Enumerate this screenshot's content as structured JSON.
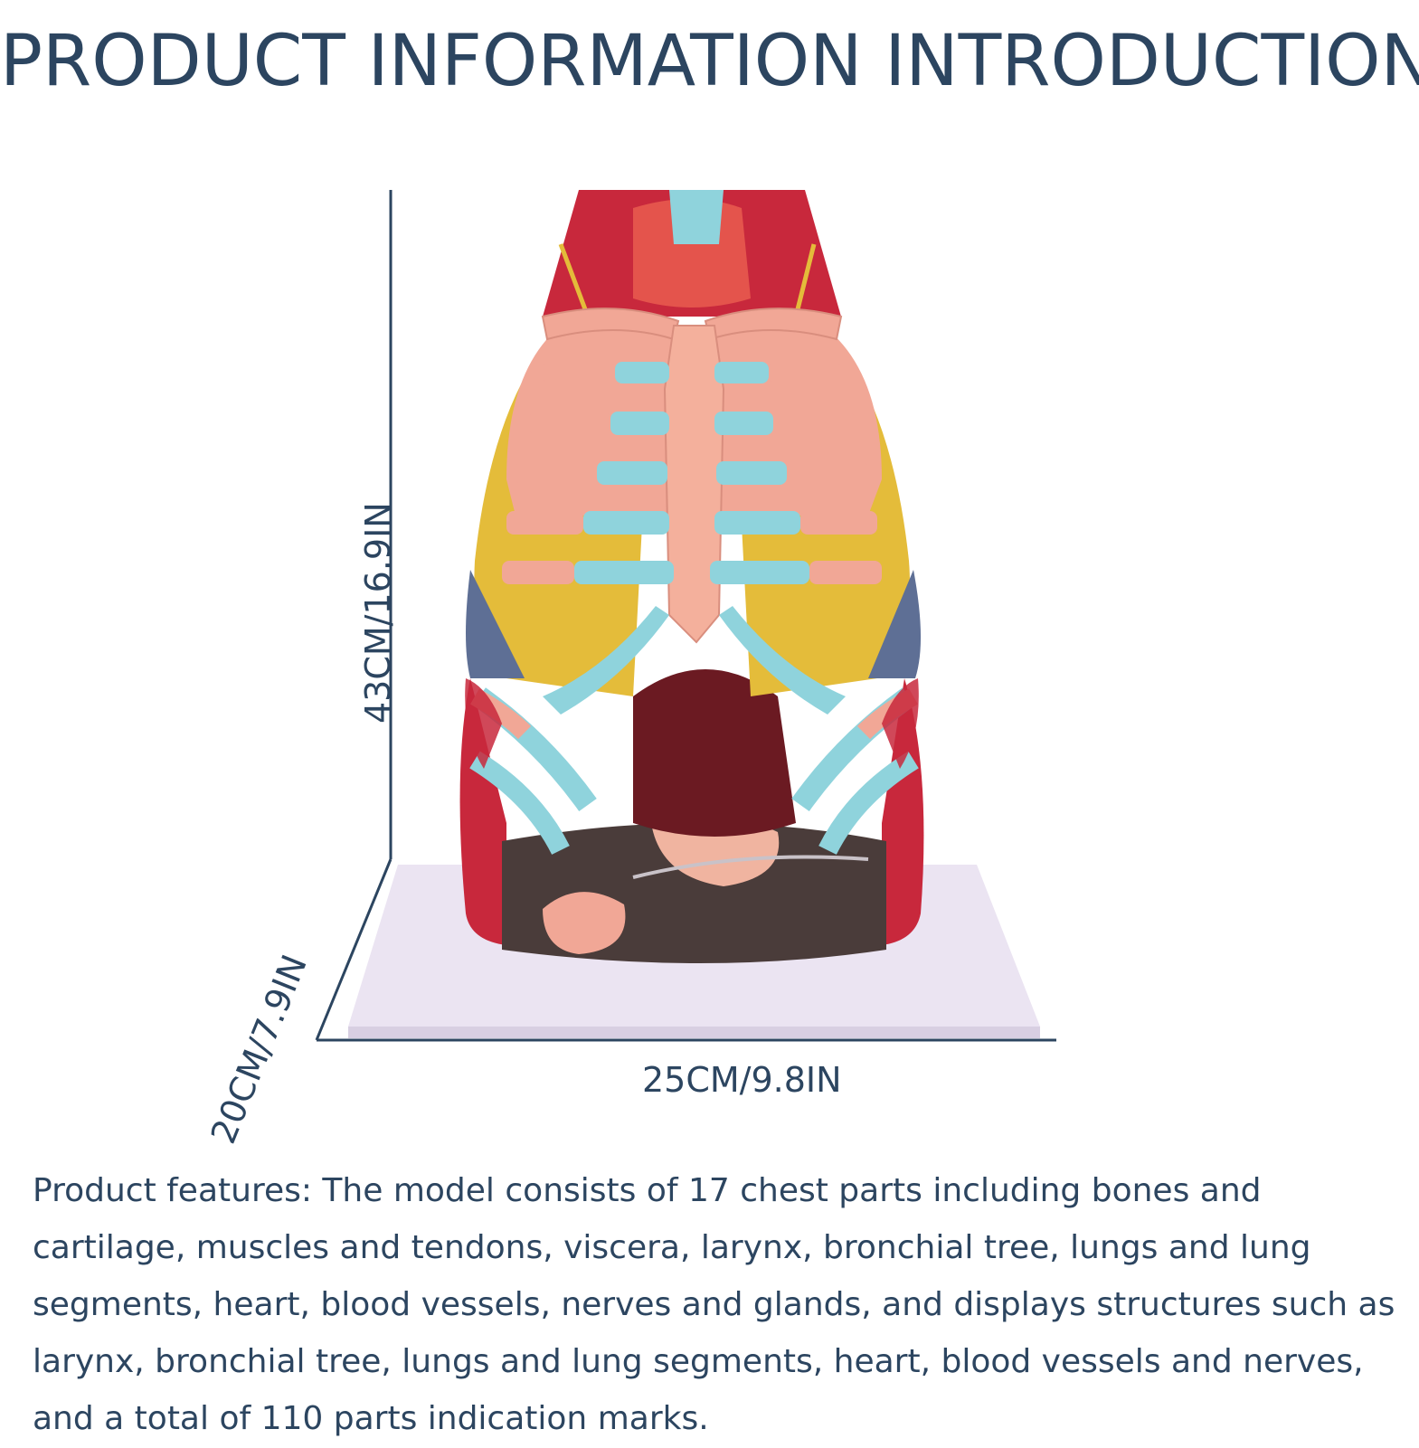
{
  "header": {
    "title": "PRODUCT INFORMATION INTRODUCTION"
  },
  "dimensions": {
    "height_label": "43CM/16.9IN",
    "depth_label": "20CM/7.9IN",
    "width_label": "25CM/9.8IN"
  },
  "description": {
    "text": "Product features: The model consists of 17 chest parts including bones and cartilage, muscles and tendons, viscera, larynx, bronchial tree, lungs and lung segments, heart, blood vessels, nerves and glands, and displays structures such as larynx, bronchial tree, lungs and lung segments, heart, blood vessels and nerves, and a total of 110 parts indication marks."
  },
  "colors": {
    "text": "#2c4560",
    "line": "#2c4560",
    "base_plate": "#ebe4f2",
    "cartilage": "#8fd3dc",
    "rib": "#f1a796",
    "lung_yellow": "#e4bc3a",
    "lung_blue": "#5e6f95",
    "muscle": "#c8283c",
    "liver": "#6b1a22",
    "intestine": "#4a3c3a"
  }
}
